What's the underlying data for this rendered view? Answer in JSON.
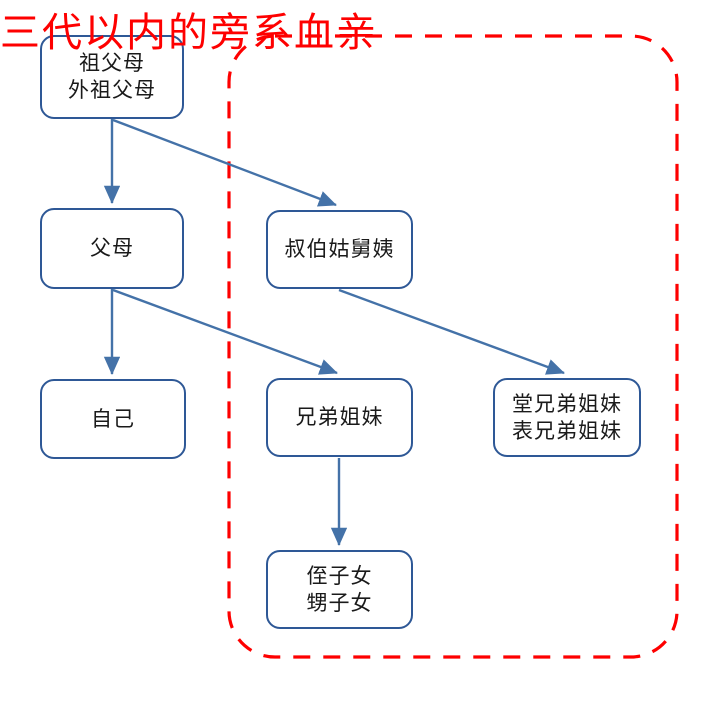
{
  "diagram": {
    "title_visible": false,
    "colors": {
      "node_border": "#2e5896",
      "node_fill": "#ffffff",
      "edge": "#4472a8",
      "group_boundary": "#fe0000",
      "text": "#1a1a1a"
    },
    "group": {
      "label": "三代以内的旁系血亲",
      "boundary_style": "dashed-rounded-rectangle",
      "boundary_color": "#fe0000"
    },
    "nodes": [
      {
        "id": "grandparents",
        "line1": "祖父母",
        "line2": "外祖父母",
        "generation": 1
      },
      {
        "id": "parents",
        "line1": "父母",
        "line2": "",
        "generation": 2
      },
      {
        "id": "uncles",
        "line1": "叔伯姑舅姨",
        "line2": "",
        "generation": 2
      },
      {
        "id": "self",
        "line1": "自己",
        "line2": "",
        "generation": 3
      },
      {
        "id": "siblings",
        "line1": "兄弟姐妹",
        "line2": "",
        "generation": 3
      },
      {
        "id": "cousins",
        "line1": "堂兄弟姐妹",
        "line2": "表兄弟姐妹",
        "generation": 3
      },
      {
        "id": "nephews",
        "line1": "侄子女",
        "line2": "甥子女",
        "generation": 4
      }
    ],
    "edges": [
      {
        "from": "grandparents",
        "to": "parents"
      },
      {
        "from": "grandparents",
        "to": "uncles"
      },
      {
        "from": "parents",
        "to": "self"
      },
      {
        "from": "parents",
        "to": "siblings"
      },
      {
        "from": "uncles",
        "to": "cousins"
      },
      {
        "from": "siblings",
        "to": "nephews"
      }
    ]
  }
}
